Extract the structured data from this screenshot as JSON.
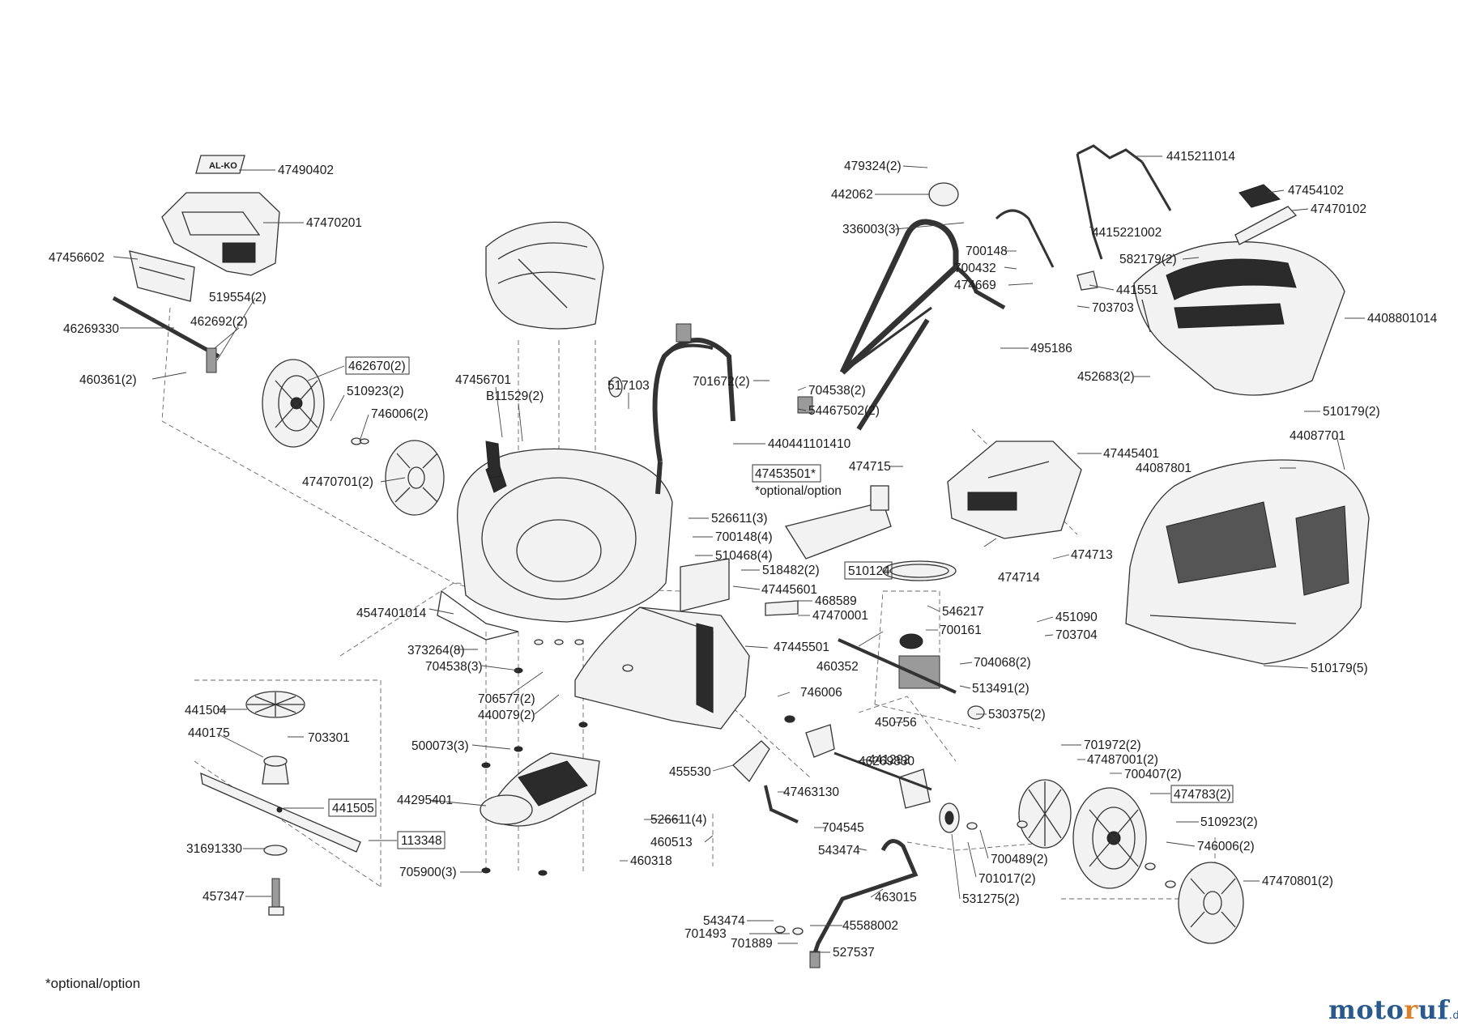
{
  "diagram": {
    "parts": [
      {
        "id": "p01",
        "label": "47490402",
        "boxed": false
      },
      {
        "id": "p02",
        "label": "47470201",
        "boxed": false
      },
      {
        "id": "p03",
        "label": "47456602",
        "boxed": false
      },
      {
        "id": "p04",
        "label": "519554(2)",
        "boxed": false
      },
      {
        "id": "p05",
        "label": "46269330",
        "boxed": false
      },
      {
        "id": "p06",
        "label": "462692(2)",
        "boxed": false
      },
      {
        "id": "p07",
        "label": "462670(2)",
        "boxed": true
      },
      {
        "id": "p08",
        "label": "460361(2)",
        "boxed": false
      },
      {
        "id": "p09",
        "label": "510923(2)",
        "boxed": false
      },
      {
        "id": "p10",
        "label": "746006(2)",
        "boxed": false
      },
      {
        "id": "p11",
        "label": "47470701(2)",
        "boxed": false
      },
      {
        "id": "p12",
        "label": "47456701",
        "boxed": false
      },
      {
        "id": "p13",
        "label": "B11529(2)",
        "boxed": false
      },
      {
        "id": "p14",
        "label": "517103",
        "boxed": false
      },
      {
        "id": "p15",
        "label": "701672(2)",
        "boxed": false
      },
      {
        "id": "p16",
        "label": "704538(2)",
        "boxed": false
      },
      {
        "id": "p17",
        "label": "54467502(2)",
        "boxed": false
      },
      {
        "id": "p18",
        "label": "440441101410",
        "boxed": false
      },
      {
        "id": "p19",
        "label": "47453501*",
        "boxed": true
      },
      {
        "id": "p20",
        "label": "*optional/option",
        "boxed": false
      },
      {
        "id": "p21",
        "label": "526611(3)",
        "boxed": false
      },
      {
        "id": "p22",
        "label": "700148(4)",
        "boxed": false
      },
      {
        "id": "p23",
        "label": "510468(4)",
        "boxed": false
      },
      {
        "id": "p24",
        "label": "518482(2)",
        "boxed": false
      },
      {
        "id": "p25",
        "label": "47445601",
        "boxed": false
      },
      {
        "id": "p26",
        "label": "468589",
        "boxed": false
      },
      {
        "id": "p27",
        "label": "47470001",
        "boxed": false
      },
      {
        "id": "p28",
        "label": "4547401014",
        "boxed": false
      },
      {
        "id": "p29",
        "label": "373264(8)",
        "boxed": false
      },
      {
        "id": "p30",
        "label": "704538(3)",
        "boxed": false
      },
      {
        "id": "p31",
        "label": "706577(2)",
        "boxed": false
      },
      {
        "id": "p32",
        "label": "440079(2)",
        "boxed": false
      },
      {
        "id": "p33",
        "label": "47445501",
        "boxed": false
      },
      {
        "id": "p34",
        "label": "441504",
        "boxed": false
      },
      {
        "id": "p35",
        "label": "440175",
        "boxed": false
      },
      {
        "id": "p36",
        "label": "703301",
        "boxed": false
      },
      {
        "id": "p37",
        "label": "500073(3)",
        "boxed": false
      },
      {
        "id": "p38",
        "label": "44295401",
        "boxed": false
      },
      {
        "id": "p39",
        "label": "441505",
        "boxed": true
      },
      {
        "id": "p40",
        "label": "113348",
        "boxed": true
      },
      {
        "id": "p41",
        "label": "31691330",
        "boxed": false
      },
      {
        "id": "p42",
        "label": "705900(3)",
        "boxed": false
      },
      {
        "id": "p43",
        "label": "457347",
        "boxed": false
      },
      {
        "id": "p44",
        "label": "455530",
        "boxed": false
      },
      {
        "id": "p45",
        "label": "526611(4)",
        "boxed": false
      },
      {
        "id": "p46",
        "label": "460513",
        "boxed": false
      },
      {
        "id": "p47",
        "label": "460318",
        "boxed": false
      },
      {
        "id": "p48",
        "label": "746006",
        "boxed": false
      },
      {
        "id": "p49",
        "label": "47463130",
        "boxed": false
      },
      {
        "id": "p50",
        "label": "704545",
        "boxed": false
      },
      {
        "id": "p51",
        "label": "543474",
        "boxed": false
      },
      {
        "id": "p52",
        "label": "463015",
        "boxed": false
      },
      {
        "id": "p53",
        "label": "543474",
        "boxed": false
      },
      {
        "id": "p54",
        "label": "701493",
        "boxed": false
      },
      {
        "id": "p55",
        "label": "701889",
        "boxed": false
      },
      {
        "id": "p56",
        "label": "45588002",
        "boxed": false
      },
      {
        "id": "p57",
        "label": "527537",
        "boxed": false
      },
      {
        "id": "p58",
        "label": "479324(2)",
        "boxed": false
      },
      {
        "id": "p59",
        "label": "442062",
        "boxed": false
      },
      {
        "id": "p60",
        "label": "336003(3)",
        "boxed": false
      },
      {
        "id": "p61",
        "label": "4415211014",
        "boxed": false
      },
      {
        "id": "p62",
        "label": "4415221002",
        "boxed": false
      },
      {
        "id": "p63",
        "label": "700148",
        "boxed": false
      },
      {
        "id": "p64",
        "label": "700432",
        "boxed": false
      },
      {
        "id": "p65",
        "label": "474669",
        "boxed": false
      },
      {
        "id": "p66",
        "label": "441551",
        "boxed": false
      },
      {
        "id": "p67",
        "label": "703703",
        "boxed": false
      },
      {
        "id": "p68",
        "label": "495186",
        "boxed": false
      },
      {
        "id": "p69",
        "label": "474715",
        "boxed": false
      },
      {
        "id": "p70",
        "label": "47445401",
        "boxed": false
      },
      {
        "id": "p71",
        "label": "510124",
        "boxed": true
      },
      {
        "id": "p72",
        "label": "474714",
        "boxed": false
      },
      {
        "id": "p73",
        "label": "474713",
        "boxed": false
      },
      {
        "id": "p74",
        "label": "546217",
        "boxed": false
      },
      {
        "id": "p75",
        "label": "700161",
        "boxed": false
      },
      {
        "id": "p76",
        "label": "451090",
        "boxed": false
      },
      {
        "id": "p77",
        "label": "703704",
        "boxed": false
      },
      {
        "id": "p78",
        "label": "460352",
        "boxed": false
      },
      {
        "id": "p79",
        "label": "704068(2)",
        "boxed": false
      },
      {
        "id": "p80",
        "label": "513491(2)",
        "boxed": false
      },
      {
        "id": "p81",
        "label": "530375(2)",
        "boxed": false
      },
      {
        "id": "p82",
        "label": "450756",
        "boxed": false
      },
      {
        "id": "p83",
        "label": "441292",
        "boxed": false
      },
      {
        "id": "p84",
        "label": "46269830",
        "boxed": false
      },
      {
        "id": "p85",
        "label": "47454102",
        "boxed": false
      },
      {
        "id": "p86",
        "label": "47470102",
        "boxed": false
      },
      {
        "id": "p87",
        "label": "582179(2)",
        "boxed": false
      },
      {
        "id": "p88",
        "label": "4408801014",
        "boxed": false
      },
      {
        "id": "p89",
        "label": "452683(2)",
        "boxed": false
      },
      {
        "id": "p90",
        "label": "510179(2)",
        "boxed": false
      },
      {
        "id": "p91",
        "label": "44087701",
        "boxed": false
      },
      {
        "id": "p92",
        "label": "44087801",
        "boxed": false
      },
      {
        "id": "p93",
        "label": "510179(5)",
        "boxed": false
      },
      {
        "id": "p94",
        "label": "701972(2)",
        "boxed": false
      },
      {
        "id": "p95",
        "label": "47487001(2)",
        "boxed": false
      },
      {
        "id": "p96",
        "label": "700407(2)",
        "boxed": false
      },
      {
        "id": "p97",
        "label": "474783(2)",
        "boxed": true
      },
      {
        "id": "p98",
        "label": "510923(2)",
        "boxed": false
      },
      {
        "id": "p99",
        "label": "746006(2)",
        "boxed": false
      },
      {
        "id": "p100",
        "label": "47470801(2)",
        "boxed": false
      },
      {
        "id": "p101",
        "label": "700489(2)",
        "boxed": false
      },
      {
        "id": "p102",
        "label": "701017(2)",
        "boxed": false
      },
      {
        "id": "p103",
        "label": "531275(2)",
        "boxed": false
      }
    ]
  },
  "footnote": "*optional/option",
  "watermark": {
    "part1": "moto",
    "part2": "r",
    "part3": "uf",
    "suffix": ".de"
  }
}
